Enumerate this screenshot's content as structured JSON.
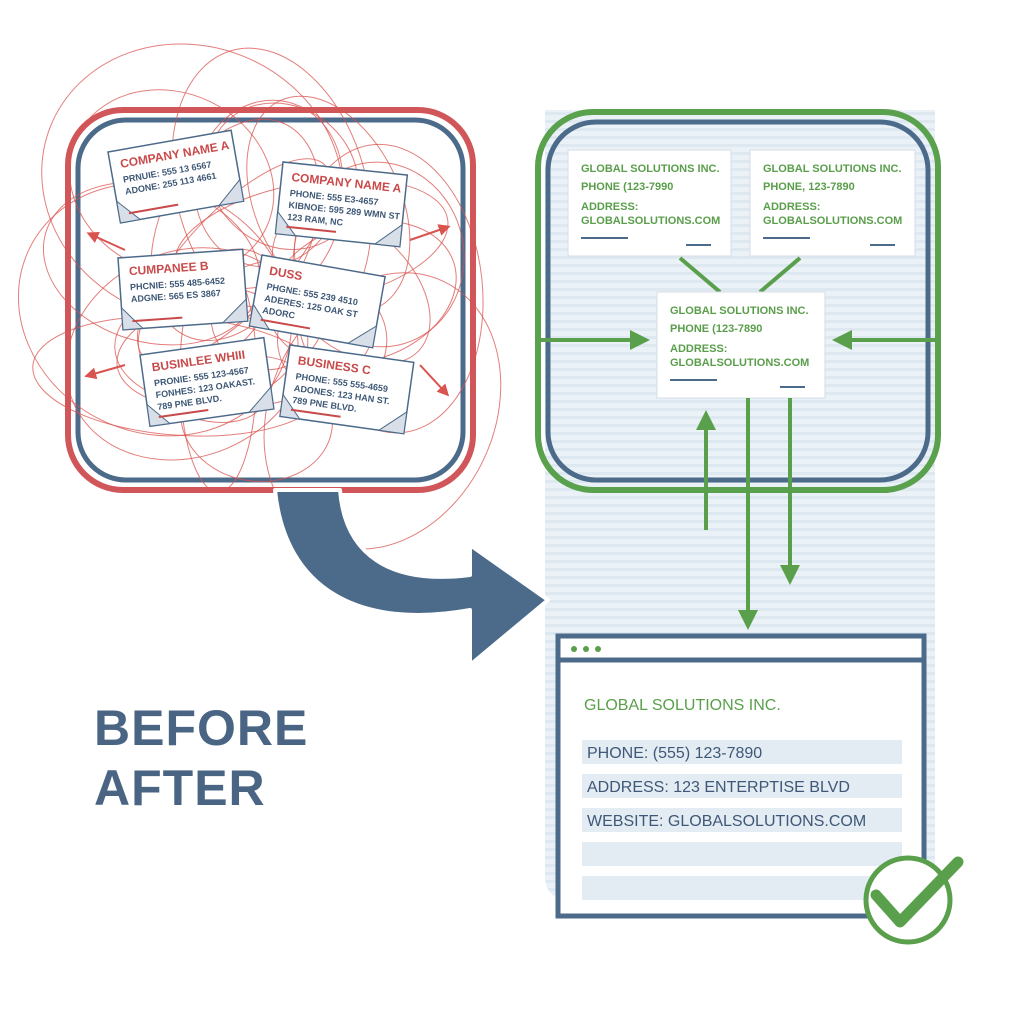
{
  "labels": {
    "before": "BEFORE",
    "after": "AFTER"
  },
  "messy_cards": [
    {
      "title": "COMPANY NAME A",
      "lines": [
        "PHONE: 555 E3-4657",
        "KIBNOE: 595 289 WMN ST",
        "123 RAM, NC"
      ]
    },
    {
      "title": "COMPANY NAME A",
      "lines": [
        "PRNUIE: 555 13 6567",
        "ADONE: 255 113 4661"
      ]
    },
    {
      "title": "CUMPANEE B",
      "lines": [
        "PHCNIE: 555 485-6452",
        "ADGNE: 565 ES 3867"
      ]
    },
    {
      "title": "DUSS",
      "lines": [
        "PHGNE: 555 239 4510",
        "ADERES: 125 OAK ST",
        "ADORC"
      ]
    },
    {
      "title": "BUSINESS C",
      "lines": [
        "PHONE: 555 555-4659",
        "ADONES: 123 HAN ST.",
        "789 PNE BLVD."
      ]
    },
    {
      "title": "BUSINLEE WHIII",
      "lines": [
        "PRONIE: 555 123-4567",
        "FONHES: 123 OAKAST.",
        "789 PNE BLVD."
      ]
    }
  ],
  "clean_cards": [
    {
      "name": "GLOBAL SOLUTIONS INC.",
      "phone": "PHONE (123-7990",
      "address_label": "ADDRESS:",
      "address": "GLOBALSOLUTIONS.COM"
    },
    {
      "name": "GLOBAL SOLUTIONS INC.",
      "phone": "PHONE, 123-7890",
      "address_label": "ADDRESS:",
      "address": "GLOBALSOLUTIONS.COM"
    },
    {
      "name": "GLOBAL SOLUTIONS INC.",
      "phone": "PHONE (123-7890",
      "address_label": "ADDRESS:",
      "address": "GLOBALSOLUTIONS.COM"
    }
  ],
  "form": {
    "title": "GLOBAL SOLUTIONS INC.",
    "fields": [
      "PHONE: (555) 123-7890",
      "ADDRESS: 123 ENTERPTISE BLVD",
      "WEBSITE: GLOBALSOLUTIONS.COM",
      "",
      ""
    ]
  },
  "colors": {
    "messy_border": "#d0565a",
    "clean_border": "#5aa14e",
    "navy": "#4c6a8a",
    "scribble": "#d9534f",
    "check": "#5aa04c"
  }
}
